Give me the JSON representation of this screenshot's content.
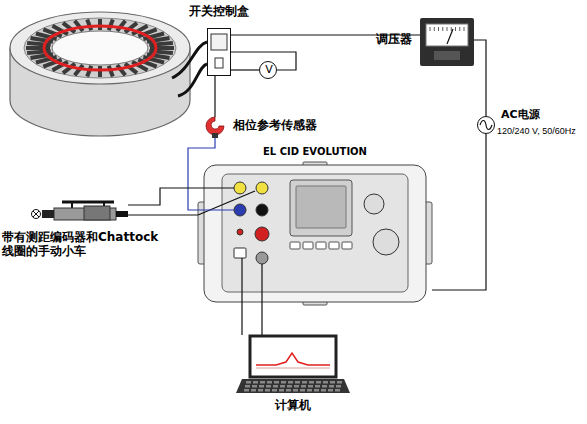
{
  "diagram": {
    "nodes": [
      {
        "text": [
          "开关控制盒"
        ]
      },
      {
        "text": [
          "V"
        ]
      },
      {
        "text": [
          "调压器"
        ]
      },
      {
        "text": [
          "AC电源",
          "120/240 V, 50/60Hz"
        ]
      },
      {
        "text": [
          "相位参考传感器"
        ]
      },
      {
        "text": [
          "EL CID EVOLUTION"
        ]
      },
      {
        "text": [
          "带有测距编码器和Chattock 线圈的手动小车"
        ]
      },
      {
        "text": [
          "计算机"
        ]
      }
    ],
    "edges": [
      {
        "from": 0,
        "to": 2,
        "arrow": "none"
      },
      {
        "from": 0,
        "to": 1,
        "arrow": "none"
      },
      {
        "from": 2,
        "to": 3,
        "arrow": "none"
      },
      {
        "from": 3,
        "to": 5,
        "arrow": "none"
      },
      {
        "from": 4,
        "to": 5,
        "arrow": "none"
      },
      {
        "from": 6,
        "to": 5,
        "arrow": "none"
      },
      {
        "from": 7,
        "to": 5,
        "arrow": "none"
      }
    ]
  }
}
